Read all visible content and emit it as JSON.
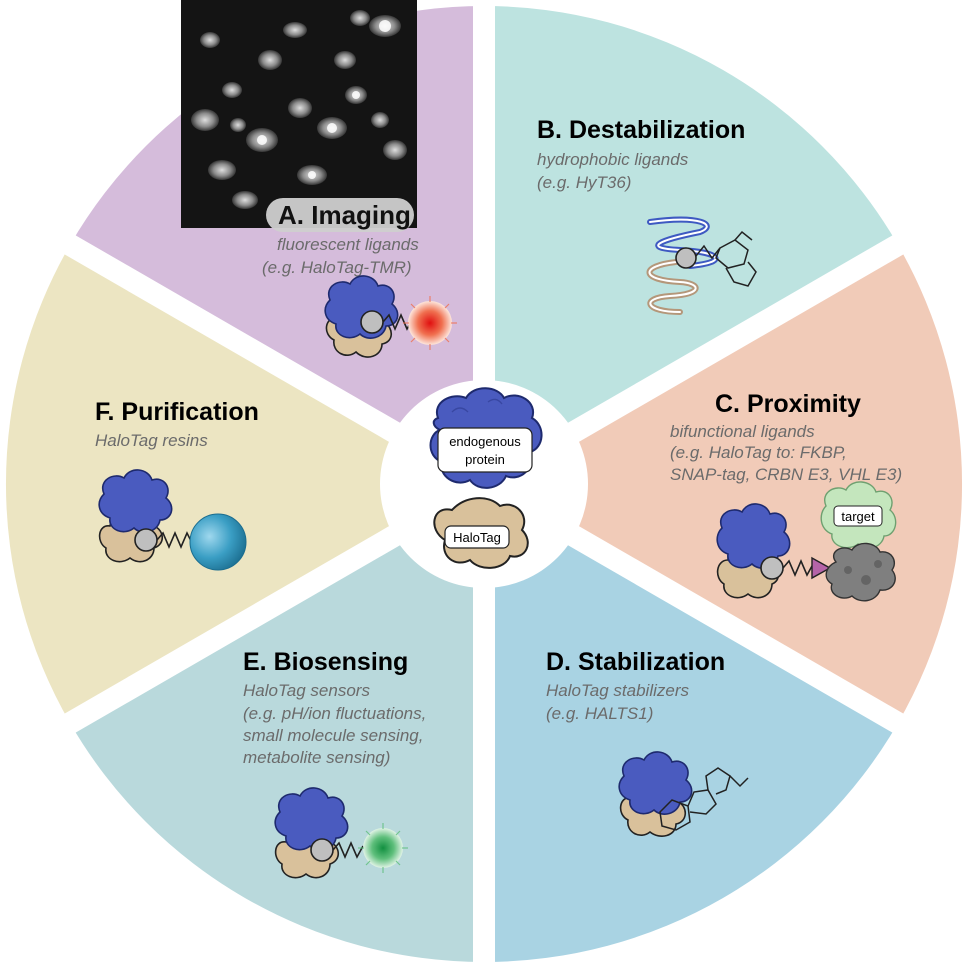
{
  "colors": {
    "imaging": "#d5bcdb",
    "destabilization": "#bde3e0",
    "proximity": "#f1cbb8",
    "stabilization": "#a9d3e3",
    "biosensing": "#b9d9dc",
    "purification": "#ece5c2",
    "protein_blue": "#4a5bbf",
    "halotag_tan": "#d9c19b",
    "ligand_gray": "#bfbfbf"
  },
  "sections": {
    "imaging": {
      "title": "A. Imaging",
      "line1": "fluorescent ligands",
      "line2": "(e.g. HaloTag-TMR)"
    },
    "destabilization": {
      "title": "B. Destabilization",
      "line1": "hydrophobic ligands",
      "line2": "(e.g. HyT36)"
    },
    "proximity": {
      "title": "C. Proximity",
      "line1": "bifunctional ligands",
      "line2": "(e.g. HaloTag to: FKBP,",
      "line3": "SNAP-tag, CRBN E3, VHL E3)",
      "target_label": "target"
    },
    "stabilization": {
      "title": "D. Stabilization",
      "line1": "HaloTag stabilizers",
      "line2": "(e.g. HALTS1)"
    },
    "biosensing": {
      "title": "E. Biosensing",
      "line1": "HaloTag sensors",
      "line2": "(e.g. pH/ion fluctuations,",
      "line3": "small molecule sensing,",
      "line4": "metabolite sensing)"
    },
    "purification": {
      "title": "F. Purification",
      "line1": "HaloTag resins"
    }
  },
  "center": {
    "protein_label_1": "endogenous",
    "protein_label_2": "protein",
    "tag_label": "HaloTag"
  }
}
